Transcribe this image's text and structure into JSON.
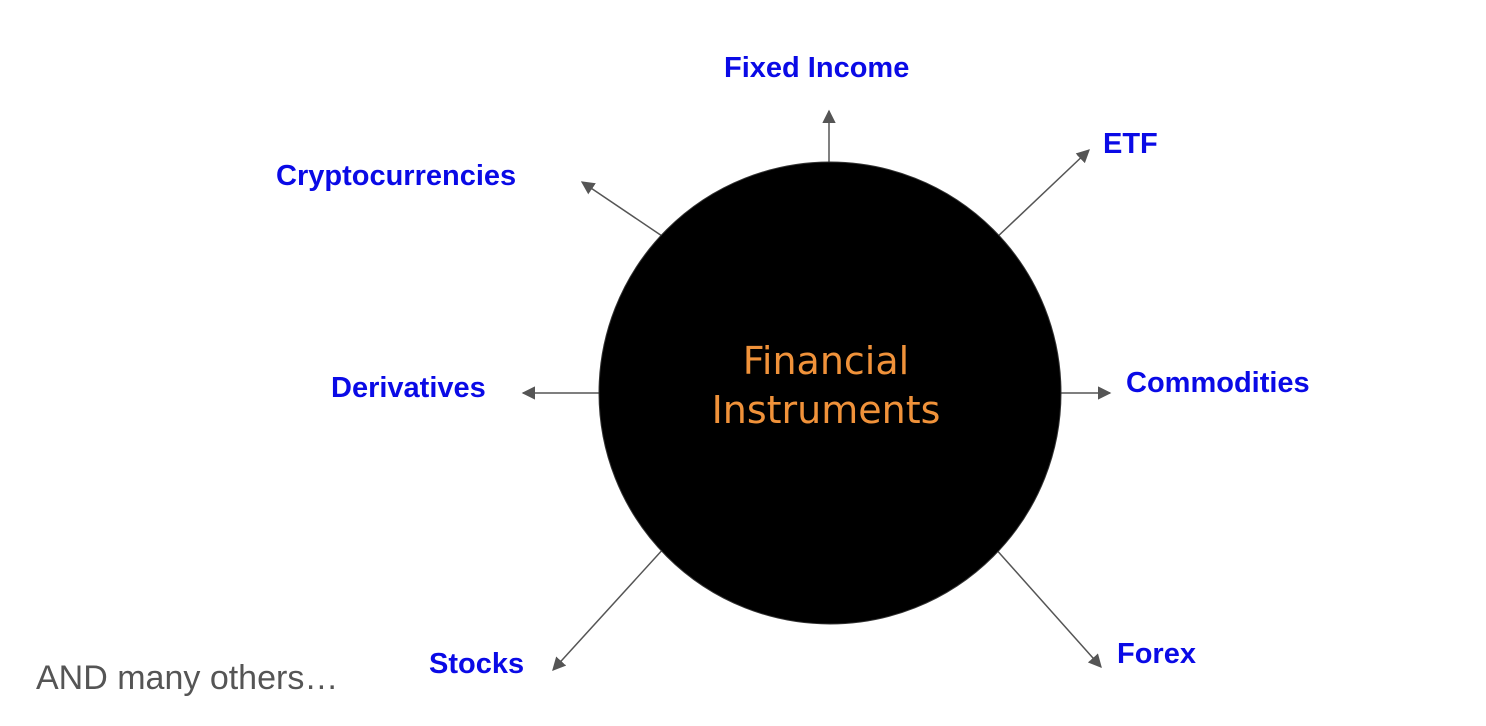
{
  "colors": {
    "background": "#ffffff",
    "circle_fill": "#000000",
    "center_text": "#f0923a",
    "node_text": "#0a0ae6",
    "connector": "#555555",
    "footnote_text": "#555555"
  },
  "center": {
    "line1": "Financial",
    "line2": "Instruments"
  },
  "nodes": {
    "fixed_income": "Fixed Income",
    "etf": "ETF",
    "cryptocurrencies": "Cryptocurrencies",
    "derivatives": "Derivatives",
    "commodities": "Commodities",
    "stocks": "Stocks",
    "forex": "Forex"
  },
  "footnote": "AND many others…"
}
